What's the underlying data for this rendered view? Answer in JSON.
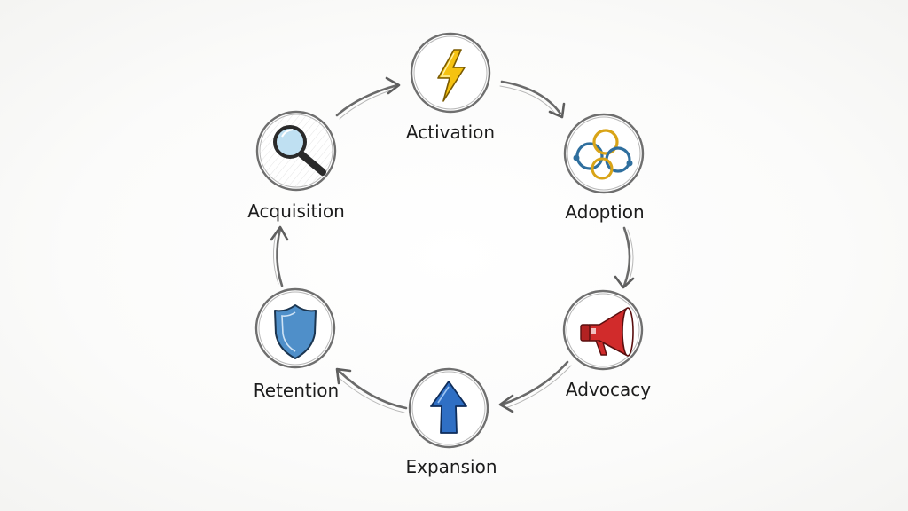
{
  "stages": [
    {
      "id": "activation",
      "label": "Activation",
      "icon": "lightning-bolt-icon",
      "color": "#f2b705"
    },
    {
      "id": "adoption",
      "label": "Adoption",
      "icon": "linked-rings-icon",
      "color": "#2f6f9e"
    },
    {
      "id": "advocacy",
      "label": "Advocacy",
      "icon": "megaphone-icon",
      "color": "#d12b2b"
    },
    {
      "id": "expansion",
      "label": "Expansion",
      "icon": "up-arrow-icon",
      "color": "#2f6fc4"
    },
    {
      "id": "retention",
      "label": "Retention",
      "icon": "shield-icon",
      "color": "#4f8fc9"
    },
    {
      "id": "acquisition",
      "label": "Acquisition",
      "icon": "magnifying-glass-icon",
      "color": "#5a9fce"
    }
  ]
}
